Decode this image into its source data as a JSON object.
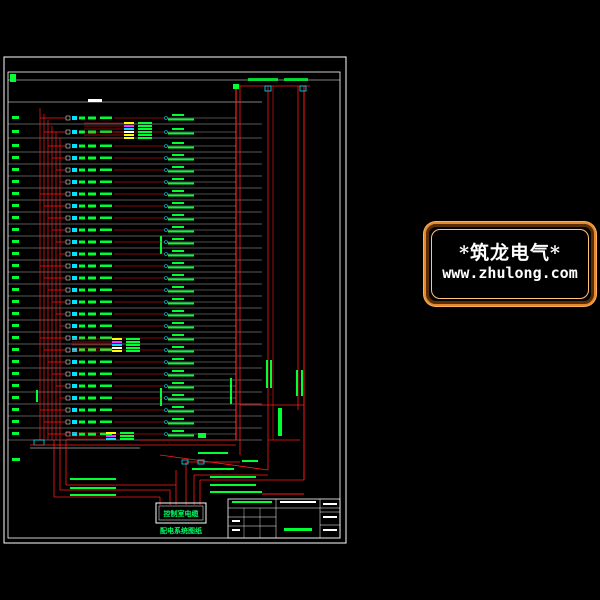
{
  "watermark": {
    "line1": "*筑龙电气*",
    "line2": "www.zhulong.com"
  },
  "drawing": {
    "block_label_1": "控制室电缆",
    "block_label_2": "配电系统图纸"
  },
  "colors": {
    "background": "#000000",
    "frame": "#ffffff",
    "bus_red": "#ff1a1a",
    "text_green": "#00ff33",
    "cyan": "#00e5ff",
    "yellow": "#ffff00",
    "magenta": "#ff33ff",
    "watermark_border": "#e58a2c"
  }
}
